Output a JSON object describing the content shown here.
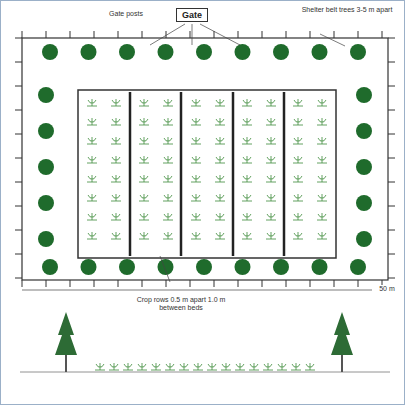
{
  "diagram": {
    "nodes": [
      {
        "text": [
          "Gate"
        ]
      }
    ],
    "labels": [
      "Gate posts",
      "Shelter belt trees 3-5 m apart",
      "Crop rows 0.5 m apart 1.0 m between beds",
      "50 m"
    ]
  }
}
